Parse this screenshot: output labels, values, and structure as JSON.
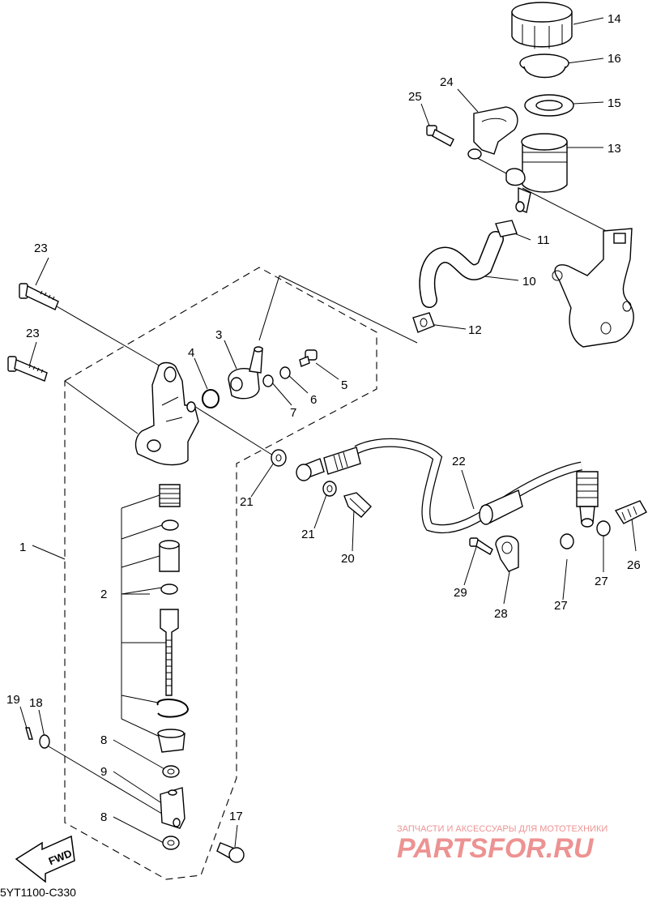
{
  "diagram": {
    "code": "5YT1100-C330",
    "fwd": "FWD",
    "watermark": {
      "tagline": "ЗАПЧАСТИ И АКСЕССУАРЫ ДЛЯ МОТОТЕХНИКИ",
      "brand": "PARTSFOR.RU",
      "color": "#e03a3a"
    },
    "callouts": {
      "n1": "1",
      "n2": "2",
      "n3": "3",
      "n4": "4",
      "n5": "5",
      "n6": "6",
      "n7": "7",
      "n8a": "8",
      "n8b": "8",
      "n9": "9",
      "n10": "10",
      "n11": "11",
      "n12": "12",
      "n13": "13",
      "n14": "14",
      "n15": "15",
      "n16": "16",
      "n17": "17",
      "n18": "18",
      "n19": "19",
      "n20": "20",
      "n21a": "21",
      "n21b": "21",
      "n22": "22",
      "n23a": "23",
      "n23b": "23",
      "n24": "24",
      "n25": "25",
      "n26": "26",
      "n27a": "27",
      "n27b": "27",
      "n28": "28",
      "n29": "29"
    }
  }
}
